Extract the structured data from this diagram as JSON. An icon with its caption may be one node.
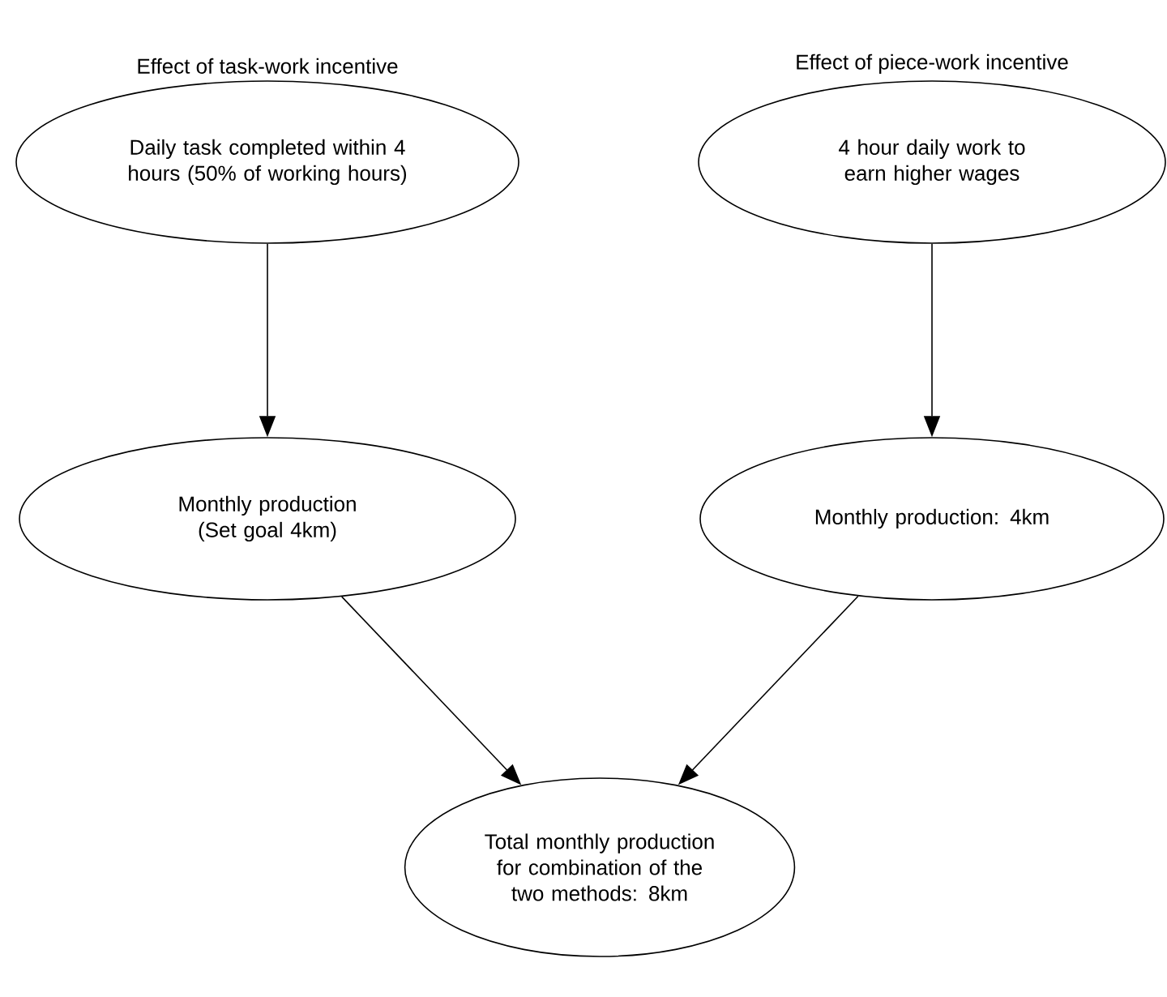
{
  "diagram": {
    "nodes": [
      {
        "text": [
          "Effect of task-work incentive",
          "Daily task completed within 4 hours (50% of working hours)"
        ]
      },
      {
        "text": [
          "Effect of piece-work incentive",
          "4 hour daily work to earn higher wages"
        ]
      },
      {
        "text": [
          "Monthly production (Set goal 4km)"
        ]
      },
      {
        "text": [
          "Monthly production: 4km"
        ]
      },
      {
        "text": [
          "Total monthly production for combination of the two methods: 8km"
        ]
      }
    ],
    "edges": [
      {
        "from": 0,
        "to": 2,
        "arrow": "to"
      },
      {
        "from": 1,
        "to": 3,
        "arrow": "to"
      },
      {
        "from": 2,
        "to": 4,
        "arrow": "to"
      },
      {
        "from": 3,
        "to": 4,
        "arrow": "to"
      }
    ]
  }
}
